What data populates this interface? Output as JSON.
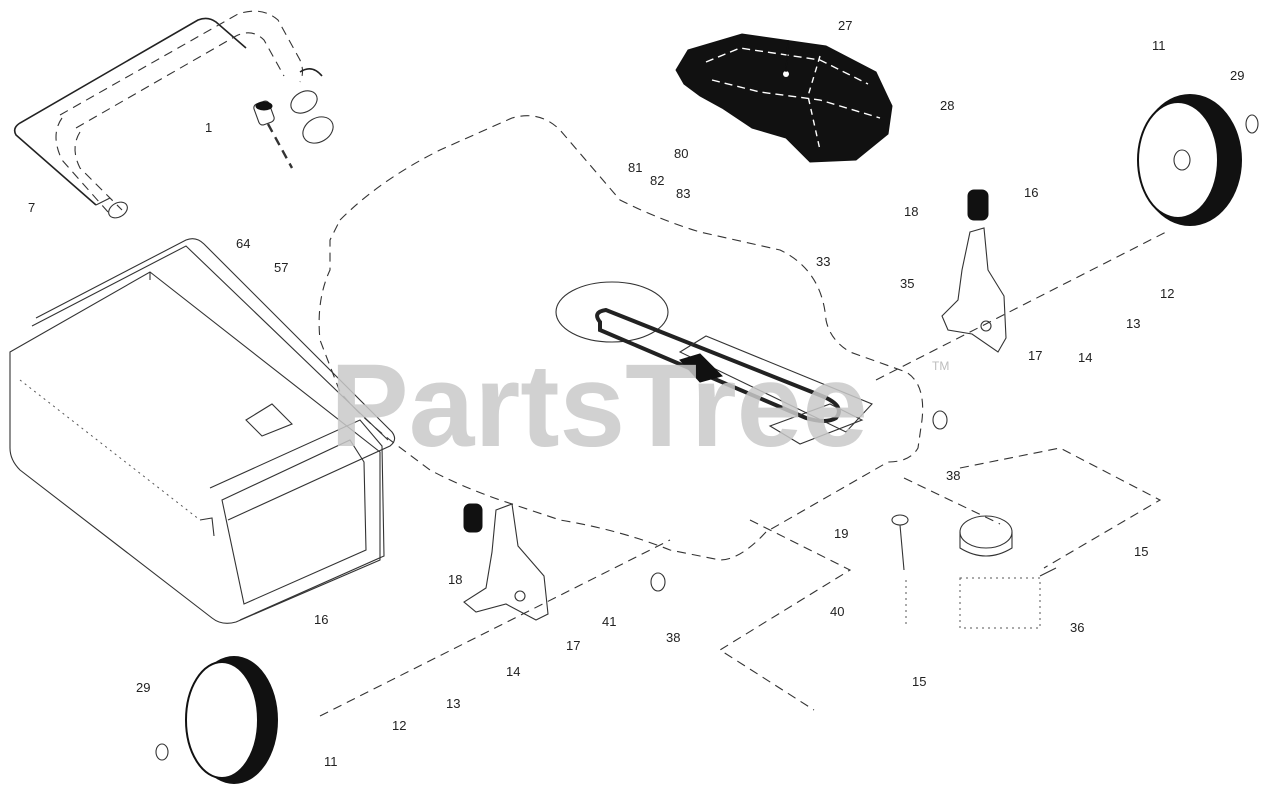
{
  "watermark": {
    "brand": "PartsTree",
    "tm": "TM"
  },
  "callouts": {
    "c1": "1",
    "c7": "7",
    "c27": "27",
    "c28": "28",
    "c11a": "11",
    "c29a": "29",
    "c80": "80",
    "c81": "81",
    "c82": "82",
    "c83": "83",
    "c16a": "16",
    "c18a": "18",
    "c64": "64",
    "c57": "57",
    "c33": "33",
    "c35": "35",
    "c12a": "12",
    "c13a": "13",
    "c17a": "17",
    "c14a": "14",
    "c38a": "38",
    "c19": "19",
    "c15a": "15",
    "c16b": "16",
    "c18b": "18",
    "c41": "41",
    "c17b": "17",
    "c38b": "38",
    "c40": "40",
    "c36": "36",
    "c14b": "14",
    "c15b": "15",
    "c29b": "29",
    "c13b": "13",
    "c12b": "12",
    "c11b": "11"
  }
}
